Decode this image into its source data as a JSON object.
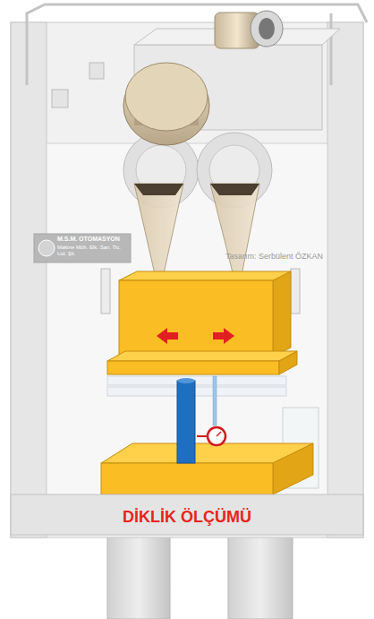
{
  "diagram": {
    "labels": [
      "M.S.M. OTOMASYON",
      "Makine Müh. Elk. San. Tic. Ltd. Şti.",
      "Tasarım: Serbülent ÖZKAN",
      "DİKLİK ÖLÇÜMÜ"
    ]
  }
}
